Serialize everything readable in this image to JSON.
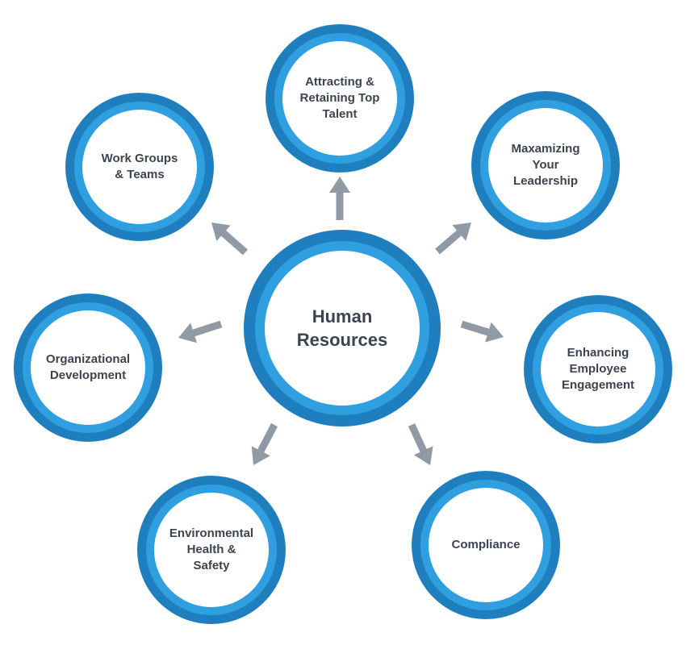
{
  "center": {
    "label": "Human\nResources"
  },
  "nodes": [
    {
      "id": "attracting",
      "label": "Attracting &\nRetaining Top\nTalent"
    },
    {
      "id": "leadership",
      "label": "Maxamizing\nYour\nLeadership"
    },
    {
      "id": "engagement",
      "label": "Enhancing\nEmployee\nEngagement"
    },
    {
      "id": "compliance",
      "label": "Compliance"
    },
    {
      "id": "safety",
      "label": "Environmental\nHealth &\nSafety"
    },
    {
      "id": "orgdev",
      "label": "Organizational\nDevelopment"
    },
    {
      "id": "workgroups",
      "label": "Work Groups\n& Teams"
    }
  ],
  "colors": {
    "ring_outer": "#1f7fbe",
    "ring_mid": "#2f9fe0",
    "fill": "#ffffff",
    "text": "#3b4450",
    "arrow": "#8f9aa5"
  }
}
